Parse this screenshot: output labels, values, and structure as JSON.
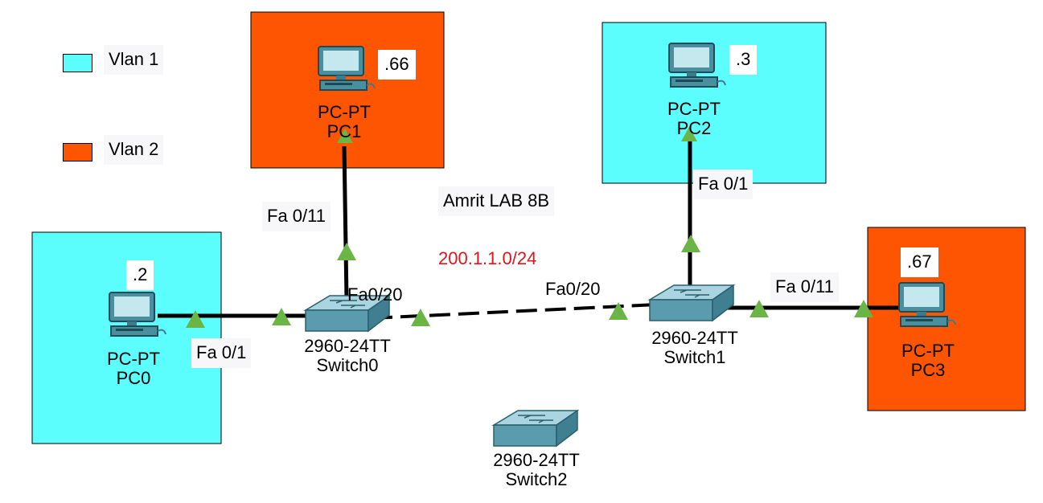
{
  "colors": {
    "vlan1": "#5cfdfd",
    "vlan2": "#fd5501",
    "link": "#000000",
    "port_indicator": "#6ab545",
    "subnet_text": "#e0141c"
  },
  "legend": [
    {
      "label": "Vlan 1",
      "color": "#5cfdfd"
    },
    {
      "label": "Vlan 2",
      "color": "#fd5501"
    }
  ],
  "title": "Amrit LAB 8B",
  "subnet": "200.1.1.0/24",
  "devices": {
    "pc0": {
      "model": "PC-PT",
      "name": "PC0",
      "ip": ".2",
      "icon": "pc-icon",
      "vlan": "Vlan 1"
    },
    "pc1": {
      "model": "PC-PT",
      "name": "PC1",
      "ip": ".66",
      "icon": "pc-icon",
      "vlan": "Vlan 2"
    },
    "pc2": {
      "model": "PC-PT",
      "name": "PC2",
      "ip": ".3",
      "icon": "pc-icon",
      "vlan": "Vlan 1"
    },
    "pc3": {
      "model": "PC-PT",
      "name": "PC3",
      "ip": ".67",
      "icon": "pc-icon",
      "vlan": "Vlan 2"
    },
    "switch0": {
      "model": "2960-24TT",
      "name": "Switch0",
      "icon": "switch-icon"
    },
    "switch1": {
      "model": "2960-24TT",
      "name": "Switch1",
      "icon": "switch-icon"
    },
    "switch2": {
      "model": "2960-24TT",
      "name": "Switch2",
      "icon": "switch-icon"
    }
  },
  "links": [
    {
      "from": "PC0",
      "to": "Switch0",
      "port_label": "Fa 0/1",
      "style": "solid"
    },
    {
      "from": "PC1",
      "to": "Switch0",
      "port_label": "Fa 0/11",
      "style": "solid"
    },
    {
      "from": "Switch0",
      "to": "Switch1",
      "port_label_a": "Fa0/20",
      "port_label_b": "Fa0/20",
      "style": "dashed"
    },
    {
      "from": "PC2",
      "to": "Switch1",
      "port_label": "Fa 0/1",
      "style": "solid"
    },
    {
      "from": "Switch1",
      "to": "PC3",
      "port_label": "Fa 0/11",
      "style": "solid"
    }
  ]
}
